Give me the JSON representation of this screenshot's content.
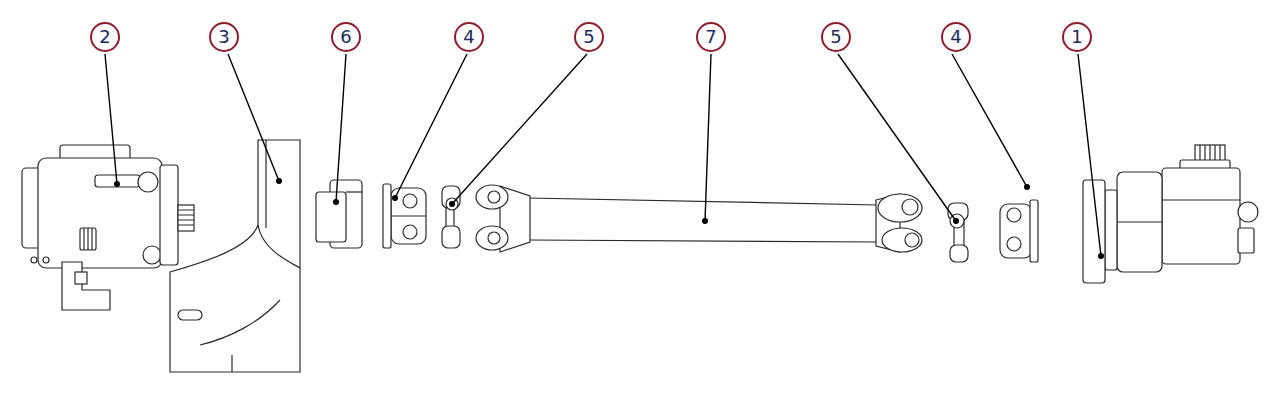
{
  "diagram": {
    "nodes": [
      {
        "text": [
          "2"
        ]
      },
      {
        "text": [
          "3"
        ]
      },
      {
        "text": [
          "6"
        ]
      },
      {
        "text": [
          "4"
        ]
      },
      {
        "text": [
          "5"
        ]
      },
      {
        "text": [
          "7"
        ]
      },
      {
        "text": [
          "5"
        ]
      },
      {
        "text": [
          "4"
        ]
      },
      {
        "text": [
          "1"
        ]
      }
    ]
  }
}
